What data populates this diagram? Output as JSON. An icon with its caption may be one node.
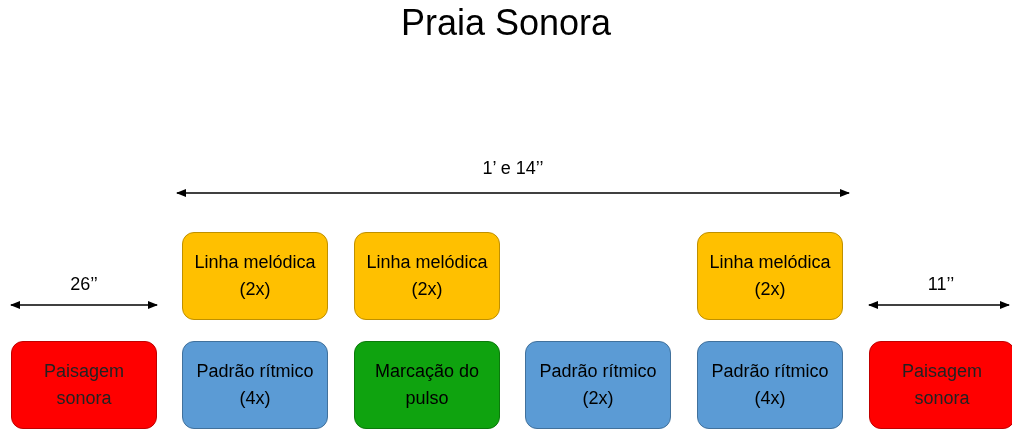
{
  "diagram": {
    "title": "Praia Sonora",
    "nodes": [
      {
        "text": [
          "Linha melódica (2x)"
        ]
      },
      {
        "text": [
          "Linha melódica (2x)"
        ]
      },
      {
        "text": [
          "Linha melódica (2x)"
        ]
      },
      {
        "text": [
          "Paisagem sonora"
        ]
      },
      {
        "text": [
          "Padrão rítmico (4x)"
        ]
      },
      {
        "text": [
          "Marcação do pulso"
        ]
      },
      {
        "text": [
          "Padrão rítmico (2x)"
        ]
      },
      {
        "text": [
          "Padrão rítmico (4x)"
        ]
      },
      {
        "text": [
          "Paisagem sonora"
        ]
      }
    ],
    "labels": [
      "1’ e 14’’",
      "26’’",
      "11’’"
    ]
  }
}
